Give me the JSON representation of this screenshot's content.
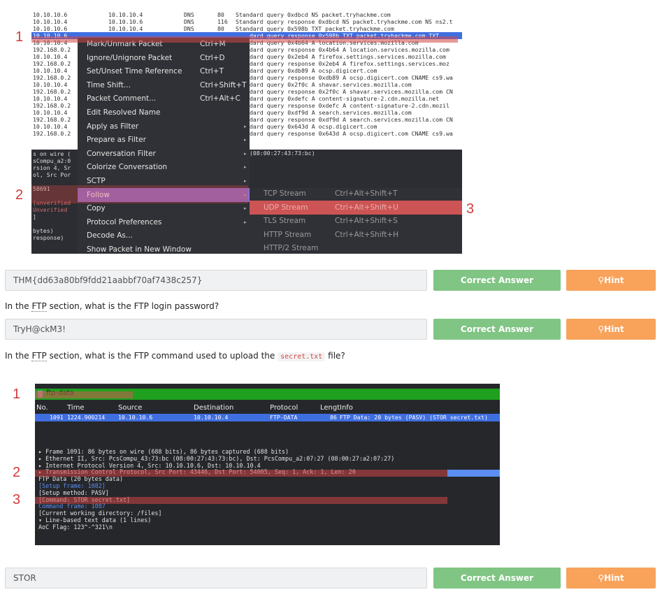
{
  "screenshot1": {
    "packets": [
      {
        "src": "10.10.10.6",
        "dst": "10.10.10.4",
        "proto": "DNS",
        "len": "80",
        "info": "Standard query 0xdbcd NS packet.tryhackme.com"
      },
      {
        "src": "10.10.10.4",
        "dst": "10.10.10.6",
        "proto": "DNS",
        "len": "116",
        "info": "Standard query response 0xdbcd NS packet.tryhackme.com NS ns2.t"
      },
      {
        "src": "10.10.10.6",
        "dst": "10.10.10.4",
        "proto": "DNS",
        "len": "80",
        "info": "Standard query 0x598b TXT packet.tryhackme.com"
      },
      {
        "src": "10.10.10.6",
        "dst": "",
        "proto": "",
        "len": "",
        "info": "dard query response 0x598b TXT packet.tryhackme.com TXT"
      },
      {
        "src": "10.10.10.4",
        "dst": "",
        "proto": "",
        "len": "",
        "info": "dard query 0x4b64 A location.services.mozilla.com"
      },
      {
        "src": "192.168.0.2",
        "dst": "",
        "proto": "",
        "len": "",
        "info": "dard query response 0x4b64 A location.services.mozilla.com"
      },
      {
        "src": "10.10.10.4",
        "dst": "",
        "proto": "",
        "len": "",
        "info": "dard query 0x2eb4 A firefox.settings.services.mozilla.com"
      },
      {
        "src": "192.168.0.2",
        "dst": "",
        "proto": "",
        "len": "",
        "info": "dard query response 0x2eb4 A firefox.settings.services.moz"
      },
      {
        "src": "10.10.10.4",
        "dst": "",
        "proto": "",
        "len": "",
        "info": "dard query 0xdb89 A ocsp.digicert.com"
      },
      {
        "src": "192.168.0.2",
        "dst": "",
        "proto": "",
        "len": "",
        "info": "dard query response 0xdb89 A ocsp.digicert.com CNAME cs9.wa"
      },
      {
        "src": "10.10.10.4",
        "dst": "",
        "proto": "",
        "len": "",
        "info": "dard query 0x2f0c A shavar.services.mozilla.com"
      },
      {
        "src": "192.168.0.2",
        "dst": "",
        "proto": "",
        "len": "",
        "info": "dard query response 0x2f0c A shavar.services.mozilla.com CN"
      },
      {
        "src": "10.10.10.4",
        "dst": "",
        "proto": "",
        "len": "",
        "info": "dard query 0xdefc A content-signature-2.cdn.mozilla.net"
      },
      {
        "src": "192.168.0.2",
        "dst": "",
        "proto": "",
        "len": "",
        "info": "dard query response 0xdefc A content-signature-2.cdn.mozil"
      },
      {
        "src": "10.10.10.4",
        "dst": "",
        "proto": "",
        "len": "",
        "info": "dard query 0xdf9d A search.services.mozilla.com"
      },
      {
        "src": "192.168.0.2",
        "dst": "",
        "proto": "",
        "len": "",
        "info": "dard query response 0xdf9d A search.services.mozilla.com CN"
      },
      {
        "src": "10.10.10.4",
        "dst": "",
        "proto": "",
        "len": "",
        "info": "dard query 0x643d A ocsp.digicert.com"
      },
      {
        "src": "192.168.0.2",
        "dst": "",
        "proto": "",
        "len": "",
        "info": "dard query response 0x643d A ocsp.digicert.com CNAME cs9.wa"
      }
    ],
    "detail_lines": [
      "s on wire (",
      "sCompu_a2:0",
      "rsion 4, Sr",
      "ol, Src Por",
      "",
      "58691",
      "",
      "[unverified",
      "Unverified",
      "]",
      "",
      "bytes)",
      "response)"
    ],
    "mac_text": "(08:00:27:43:73:bc)",
    "context_menu": [
      {
        "label": "Mark/Unmark Packet",
        "shortcut": "Ctrl+M",
        "submenu": ""
      },
      {
        "label": "Ignore/Unignore Packet",
        "shortcut": "Ctrl+D",
        "submenu": ""
      },
      {
        "label": "Set/Unset Time Reference",
        "shortcut": "Ctrl+T",
        "submenu": ""
      },
      {
        "label": "Time Shift...",
        "shortcut": "Ctrl+Shift+T",
        "submenu": ""
      },
      {
        "label": "Packet Comment...",
        "shortcut": "Ctrl+Alt+C",
        "submenu": ""
      },
      {
        "label": "Edit Resolved Name",
        "shortcut": "",
        "submenu": ""
      },
      {
        "label": "Apply as Filter",
        "shortcut": "",
        "submenu": "▸"
      },
      {
        "label": "Prepare as Filter",
        "shortcut": "",
        "submenu": "▸"
      },
      {
        "label": "Conversation Filter",
        "shortcut": "",
        "submenu": "▸"
      },
      {
        "label": "Colorize Conversation",
        "shortcut": "",
        "submenu": "▸"
      },
      {
        "label": "SCTP",
        "shortcut": "",
        "submenu": "▸"
      },
      {
        "label": "Follow",
        "shortcut": "",
        "submenu": "▸"
      },
      {
        "label": "Copy",
        "shortcut": "",
        "submenu": "▸"
      },
      {
        "label": "Protocol Preferences",
        "shortcut": "",
        "submenu": "▸"
      },
      {
        "label": "Decode As...",
        "shortcut": "",
        "submenu": ""
      },
      {
        "label": "Show Packet in New Window",
        "shortcut": "",
        "submenu": ""
      }
    ],
    "follow_submenu": [
      {
        "label": "TCP Stream",
        "shortcut": "Ctrl+Alt+Shift+T"
      },
      {
        "label": "UDP Stream",
        "shortcut": "Ctrl+Alt+Shift+U"
      },
      {
        "label": "TLS Stream",
        "shortcut": "Ctrl+Alt+Shift+S"
      },
      {
        "label": "HTTP Stream",
        "shortcut": "Ctrl+Alt+Shift+H"
      },
      {
        "label": "HTTP/2 Stream",
        "shortcut": ""
      }
    ],
    "markers": [
      "1",
      "2",
      "3"
    ]
  },
  "answer1": {
    "value": "THM{dd63a80bf9fdd21aabbf70af7438c257}",
    "correct_label": "Correct Answer",
    "hint_label": "Hint"
  },
  "question2": {
    "prefix": "In the ",
    "ftp": "FTP",
    "suffix": " section, what is the FTP login password?"
  },
  "answer2": {
    "value": "TryH@ckM3!",
    "correct_label": "Correct Answer",
    "hint_label": "Hint"
  },
  "question3": {
    "prefix": "In the ",
    "ftp": "FTP",
    "middle": " section, what is the FTP command used to upload the ",
    "code": "secret.txt",
    "suffix": " file?"
  },
  "screenshot2": {
    "filter": "ftp-data",
    "columns": [
      "No.",
      "Time",
      "Source",
      "Destination",
      "Protocol",
      "Lengt",
      "Info"
    ],
    "packet": {
      "no": "1091",
      "time": "1224.900214",
      "src": "10.10.10.6",
      "dst": "10.10.10.4",
      "proto": "FTP-DATA",
      "len": "86",
      "info": "FTP Data: 20 bytes (PASV) (STOR secret.txt)"
    },
    "details": [
      "▸ Frame 1091: 86 bytes on wire (688 bits), 86 bytes captured (688 bits)",
      "▸ Ethernet II, Src: PcsCompu_43:73:bc (08:00:27:43:73:bc), Dst: PcsCompu_a2:07:27 (08:00:27:a2:07:27)",
      "▸ Internet Protocol Version 4, Src: 10.10.10.6, Dst: 10.10.10.4",
      "▸ Transmission Control Protocol, Src Port: 43446, Dst Port: 54005, Seq: 1, Ack: 1, Len: 20",
      "  FTP Data (20 bytes data)",
      "  [Setup frame: 1082]",
      "  [Setup method: PASV]",
      "  [Command: STOR secret.txt]",
      "  Command frame: 1087",
      "  [Current working directory: /files]",
      "▾ Line-based text data (1 lines)",
      "     AoC Flag: 123^-^321\\n"
    ],
    "markers": [
      "1",
      "2",
      "3"
    ]
  },
  "answer3": {
    "value": "STOR",
    "correct_label": "Correct Answer",
    "hint_label": "Hint"
  },
  "colors": {
    "correct": "#80c583",
    "hint": "#f8a25a",
    "highlight": "#d24646",
    "selected_row": "#3f6ee0",
    "menu_highlight": "#8a6fd0"
  }
}
